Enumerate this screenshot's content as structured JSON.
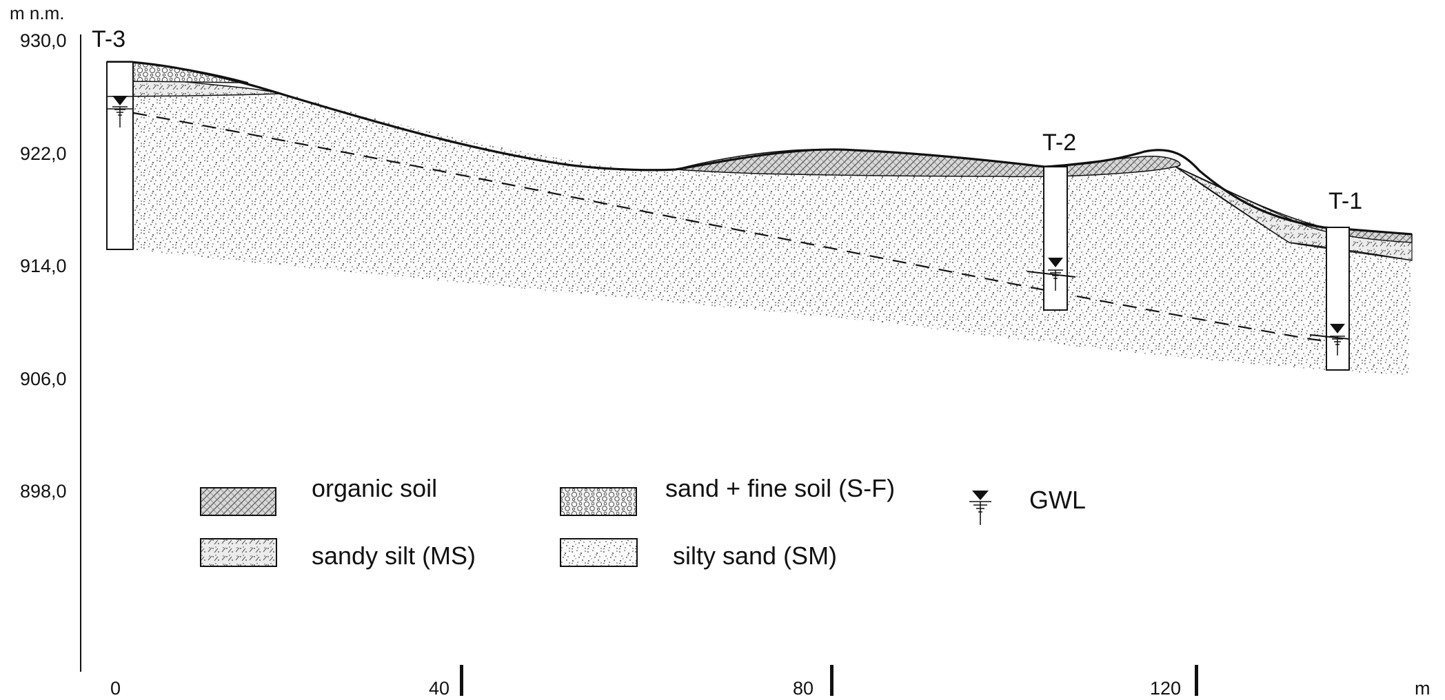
{
  "axes": {
    "y_unit": "m n.m.",
    "y_ticks": [
      "930,0",
      "922,0",
      "914,0",
      "906,0",
      "898,0"
    ],
    "x_ticks": [
      "0",
      "40",
      "80",
      "120"
    ],
    "x_unit": "m"
  },
  "boreholes": [
    {
      "id": "T-3",
      "x_m": 0
    },
    {
      "id": "T-2",
      "x_m": 105
    },
    {
      "id": "T-1",
      "x_m": 137
    }
  ],
  "legend": {
    "organic_soil": "organic soil",
    "sand_fine": "sand + fine soil (S-F)",
    "gwl": "GWL",
    "sandy_silt": "sandy silt (MS)",
    "silty_sand": "silty sand (SM)"
  },
  "colors": {
    "line": "#111111",
    "hatch": "#555555",
    "stipple": "#333333"
  }
}
